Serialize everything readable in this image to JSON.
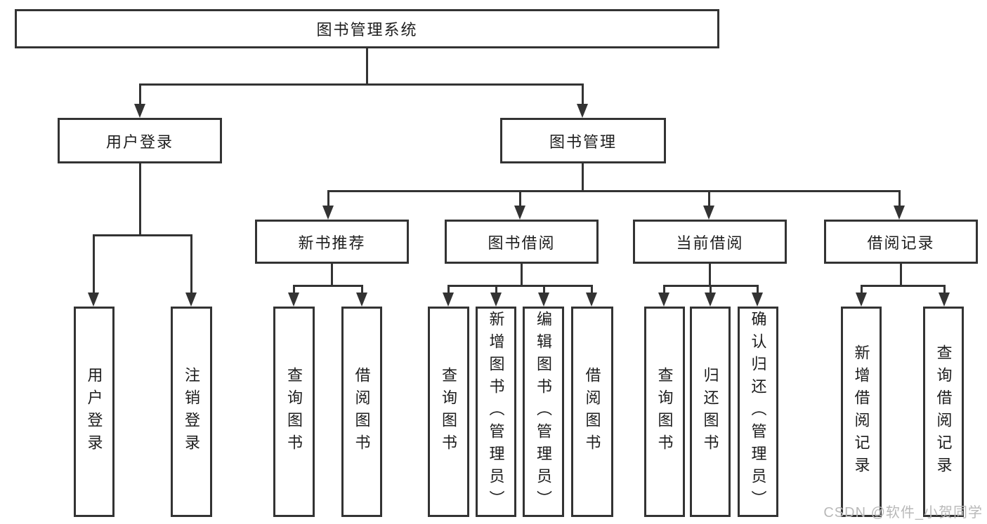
{
  "diagram": {
    "type": "hierarchy-tree",
    "colors": {
      "line": "#333333",
      "border": "#333333",
      "text": "#1d1d1d",
      "background": "#ffffff",
      "watermark": "#b9b9b9"
    },
    "tree": {
      "label": "图书管理系统",
      "children": [
        {
          "label": "用户登录",
          "children": [
            {
              "label": "用户登录"
            },
            {
              "label": "注销登录"
            }
          ]
        },
        {
          "label": "图书管理",
          "children": [
            {
              "label": "新书推荐",
              "children": [
                {
                  "label": "查询图书"
                },
                {
                  "label": "借阅图书"
                }
              ]
            },
            {
              "label": "图书借阅",
              "children": [
                {
                  "label": "查询图书"
                },
                {
                  "label": "新增图书（管理员）"
                },
                {
                  "label": "编辑图书（管理员）"
                },
                {
                  "label": "借阅图书"
                }
              ]
            },
            {
              "label": "当前借阅",
              "children": [
                {
                  "label": "查询图书"
                },
                {
                  "label": "归还图书"
                },
                {
                  "label": "确认归还（管理员）"
                }
              ]
            },
            {
              "label": "借阅记录",
              "children": [
                {
                  "label": "新增借阅记录"
                },
                {
                  "label": "查询借阅记录"
                }
              ]
            }
          ]
        }
      ]
    },
    "watermark": {
      "text": "CSDN @软件_小贺同学"
    }
  }
}
